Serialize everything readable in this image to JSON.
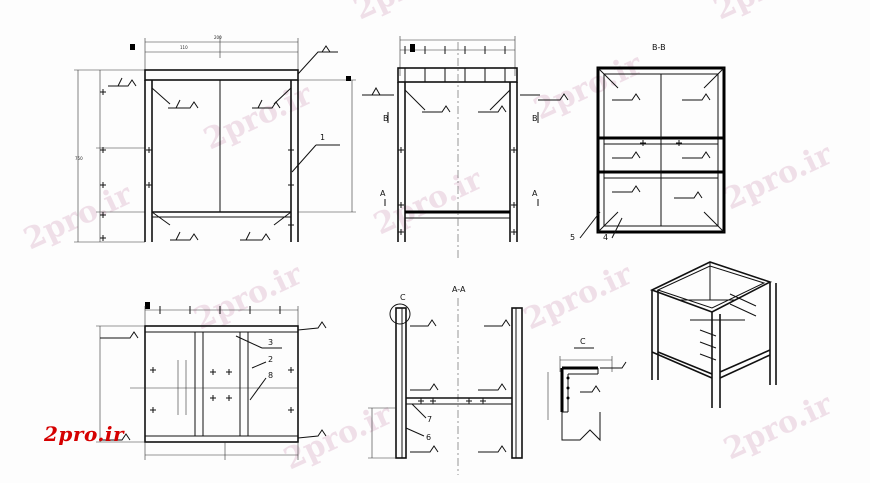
{
  "section_titles": {
    "bb": "B-B",
    "aa": "A-A",
    "detail_c": "C"
  },
  "section_marks": {
    "a": "A",
    "b": "B"
  },
  "detail_ref": "C",
  "part_labels": [
    "1",
    "2",
    "3",
    "4",
    "5",
    "6",
    "7",
    "8"
  ],
  "brand_logo": "2pro.ir",
  "watermark": "2pro.ir"
}
